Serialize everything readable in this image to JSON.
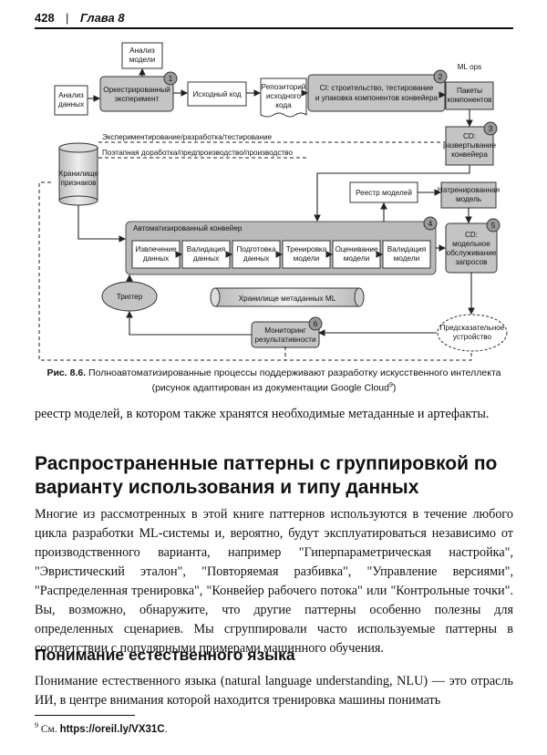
{
  "header": {
    "page_number": "428",
    "separator": "|",
    "chapter": "Глава 8"
  },
  "figure": {
    "labels": {
      "analysis_model": [
        "Анализ",
        "модели"
      ],
      "analysis_data": [
        "Анализ",
        "данных"
      ],
      "orchestrated": [
        "Оркестрированный",
        "эксперимент"
      ],
      "source_code": [
        "Исходный код"
      ],
      "repo": [
        "Репозиторий",
        "исходного",
        "кода"
      ],
      "ci": [
        "CI: строительство, тестирование",
        "и упаковка компонентов конвейера"
      ],
      "mlops": [
        "ML ops"
      ],
      "packages": [
        "Пакеты",
        "компонентов"
      ],
      "cd_deploy": [
        "CD:",
        "развертывание",
        "конвейера"
      ],
      "feature_store": [
        "Хранилище",
        "признаков"
      ],
      "exp_line": [
        "Экспериментирование/разработка/тестирование"
      ],
      "staged_line": [
        "Поэтапная доработка/предпроизводство/производство"
      ],
      "registry": [
        "Реестр моделей"
      ],
      "trained": [
        "Натренированная",
        "модель"
      ],
      "auto_pipeline": [
        "Автоматизированный конвейер"
      ],
      "step_extract": [
        "Извлечение",
        "данных"
      ],
      "step_validate_data": [
        "Валидация",
        "данных"
      ],
      "step_prepare": [
        "Подготовка",
        "данных"
      ],
      "step_train": [
        "Тренировка",
        "модели"
      ],
      "step_eval": [
        "Оценивание",
        "модели"
      ],
      "step_validate_model": [
        "Валидация",
        "модели"
      ],
      "cd_serving": [
        "CD:",
        "модельное",
        "обслуживание",
        "запросов"
      ],
      "trigger": [
        "Триггер"
      ],
      "metadata": [
        "Хранилище метаданных ML"
      ],
      "monitoring": [
        "Мониторинг",
        "результативности"
      ],
      "predictive": [
        "Предсказательное",
        "устройство"
      ]
    },
    "badges": [
      "1",
      "2",
      "3",
      "4",
      "5",
      "6"
    ]
  },
  "caption": {
    "line1_bold": "Рис. 8.6.",
    "line1_text": " Полноавтоматизированные процессы поддерживают разработку искусственного интеллекта",
    "line2": "(рисунок адаптирован из документации Google Cloud",
    "footnote_mark": "9",
    "line2_end": ")"
  },
  "para_top": "реестр моделей, в котором также хранятся необходимые метаданные и артефакты.",
  "heading1": "Распространенные паттерны с группировкой по варианту использования и типу данных",
  "para_main": "Многие из рассмотренных в этой книге паттернов используются в течение любого цикла разработки ML-системы и, вероятно, будут эксплуатироваться независимо от производственного варианта, например \"Гиперпараметрическая настройка\", \"Эвристический эталон\", \"Повторяемая разбивка\", \"Управление версиями\", \"Распределенная тренировка\", \"Конвейер рабочего потока\" или \"Контрольные точки\". Вы, возможно, обнаружите, что другие паттерны особенно полезны для определенных сценариев. Мы сгруппировали часто используемые паттерны в соответствии с популярными примерами машинного обучения.",
  "heading2": "Понимание естественного языка",
  "para_nlu": "Понимание естественного языка (natural language understanding, NLU) — это отрасль ИИ, в центре внимания которой находится тренировка машины понимать",
  "footnote": {
    "mark": "9",
    "text": " См. ",
    "link": "https://oreil.ly/VX31C",
    "end": "."
  }
}
